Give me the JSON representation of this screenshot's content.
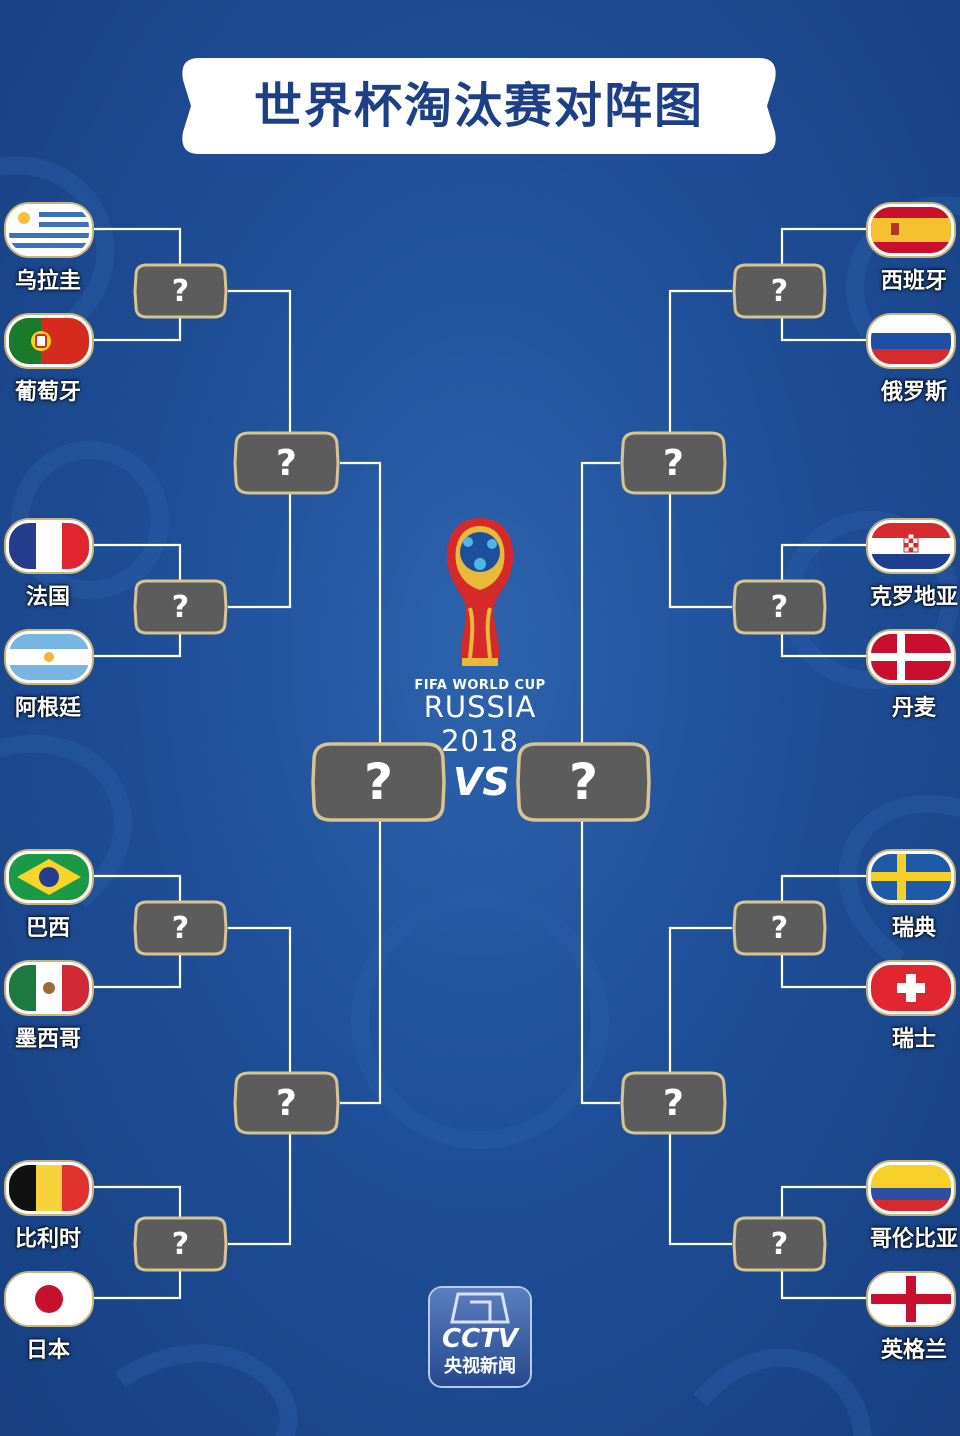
{
  "title": "世界杯淘汰赛对阵图",
  "vs_label": "VS",
  "unknown_mark": "?",
  "logo": {
    "line1": "FIFA WORLD CUP",
    "line2": "RUSSIA 2018"
  },
  "broadcaster": {
    "name": "CCTV",
    "subtitle": "央视新闻"
  },
  "teams_left": [
    {
      "name": "乌拉圭",
      "flag": "uruguay-flag"
    },
    {
      "name": "葡萄牙",
      "flag": "portugal-flag"
    },
    {
      "name": "法国",
      "flag": "france-flag"
    },
    {
      "name": "阿根廷",
      "flag": "argentina-flag"
    },
    {
      "name": "巴西",
      "flag": "brazil-flag"
    },
    {
      "name": "墨西哥",
      "flag": "mexico-flag"
    },
    {
      "name": "比利时",
      "flag": "belgium-flag"
    },
    {
      "name": "日本",
      "flag": "japan-flag"
    }
  ],
  "teams_right": [
    {
      "name": "西班牙",
      "flag": "spain-flag"
    },
    {
      "name": "俄罗斯",
      "flag": "russia-flag"
    },
    {
      "name": "克罗地亚",
      "flag": "croatia-flag"
    },
    {
      "name": "丹麦",
      "flag": "denmark-flag"
    },
    {
      "name": "瑞典",
      "flag": "sweden-flag"
    },
    {
      "name": "瑞士",
      "flag": "switzerland-flag"
    },
    {
      "name": "哥伦比亚",
      "flag": "colombia-flag"
    },
    {
      "name": "英格兰",
      "flag": "england-flag"
    }
  ],
  "colors": {
    "background": "#1f4f98",
    "slot_fill": "#5c5c5c",
    "slot_border": "#d8c48e",
    "title_text": "#1d3f85",
    "lines": "#ffffff"
  }
}
